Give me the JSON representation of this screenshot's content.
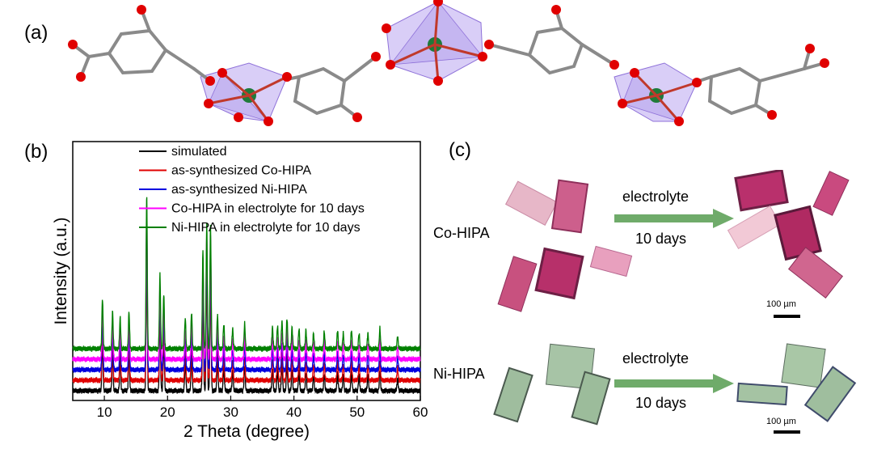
{
  "panel_a": {
    "label": "(a)"
  },
  "panel_b": {
    "label": "(b)"
  },
  "panel_c": {
    "label": "(c)",
    "rows": [
      {
        "name": "Co-HIPA",
        "arrow_top": "electrolyte",
        "arrow_bottom": "10 days",
        "scale": "100 µm",
        "crystal_color": "#c0467a",
        "crystal_color_light": "#e7a6be"
      },
      {
        "name": "Ni-HIPA",
        "arrow_top": "electrolyte",
        "arrow_bottom": "10 days",
        "scale": "100 µm",
        "crystal_color": "#8db196",
        "crystal_color_light": "#b7cdb8"
      }
    ],
    "arrow_color": "#6fab6a"
  },
  "chart_data": {
    "type": "line",
    "xlabel": "2 Theta (degree)",
    "ylabel": "Intensity (a.u.)",
    "xlim": [
      5,
      60
    ],
    "xticks": [
      10,
      20,
      30,
      40,
      50,
      60
    ],
    "y_tick_labels": "none",
    "legend_position": "top-right",
    "peaks_2theta": [
      9.7,
      11.3,
      12.5,
      13.9,
      16.7,
      18.8,
      19.4,
      22.8,
      23.8,
      25.6,
      26.2,
      26.8,
      27.9,
      28.9,
      30.3,
      32.2,
      36.6,
      37.4,
      38.1,
      38.9,
      39.7,
      40.8,
      41.9,
      43.1,
      44.8,
      46.9,
      47.8,
      49.1,
      50.3,
      51.7,
      53.6,
      56.4
    ],
    "peak_rel_intensity": [
      0.33,
      0.24,
      0.2,
      0.24,
      1.0,
      0.48,
      0.36,
      0.2,
      0.24,
      0.64,
      0.82,
      0.8,
      0.22,
      0.16,
      0.13,
      0.16,
      0.14,
      0.15,
      0.18,
      0.2,
      0.14,
      0.13,
      0.12,
      0.1,
      0.11,
      0.12,
      0.1,
      0.12,
      0.1,
      0.1,
      0.13,
      0.08
    ],
    "series": [
      {
        "name": "simulated",
        "color": "#000000"
      },
      {
        "name": "as-synthesized Co-HIPA",
        "color": "#e00000"
      },
      {
        "name": "as-synthesized Ni-HIPA",
        "color": "#0000e0"
      },
      {
        "name": "Co-HIPA in electrolyte for 10 days",
        "color": "#ff00ff"
      },
      {
        "name": "Ni-HIPA in electrolyte for 10 days",
        "color": "#008000"
      }
    ]
  }
}
